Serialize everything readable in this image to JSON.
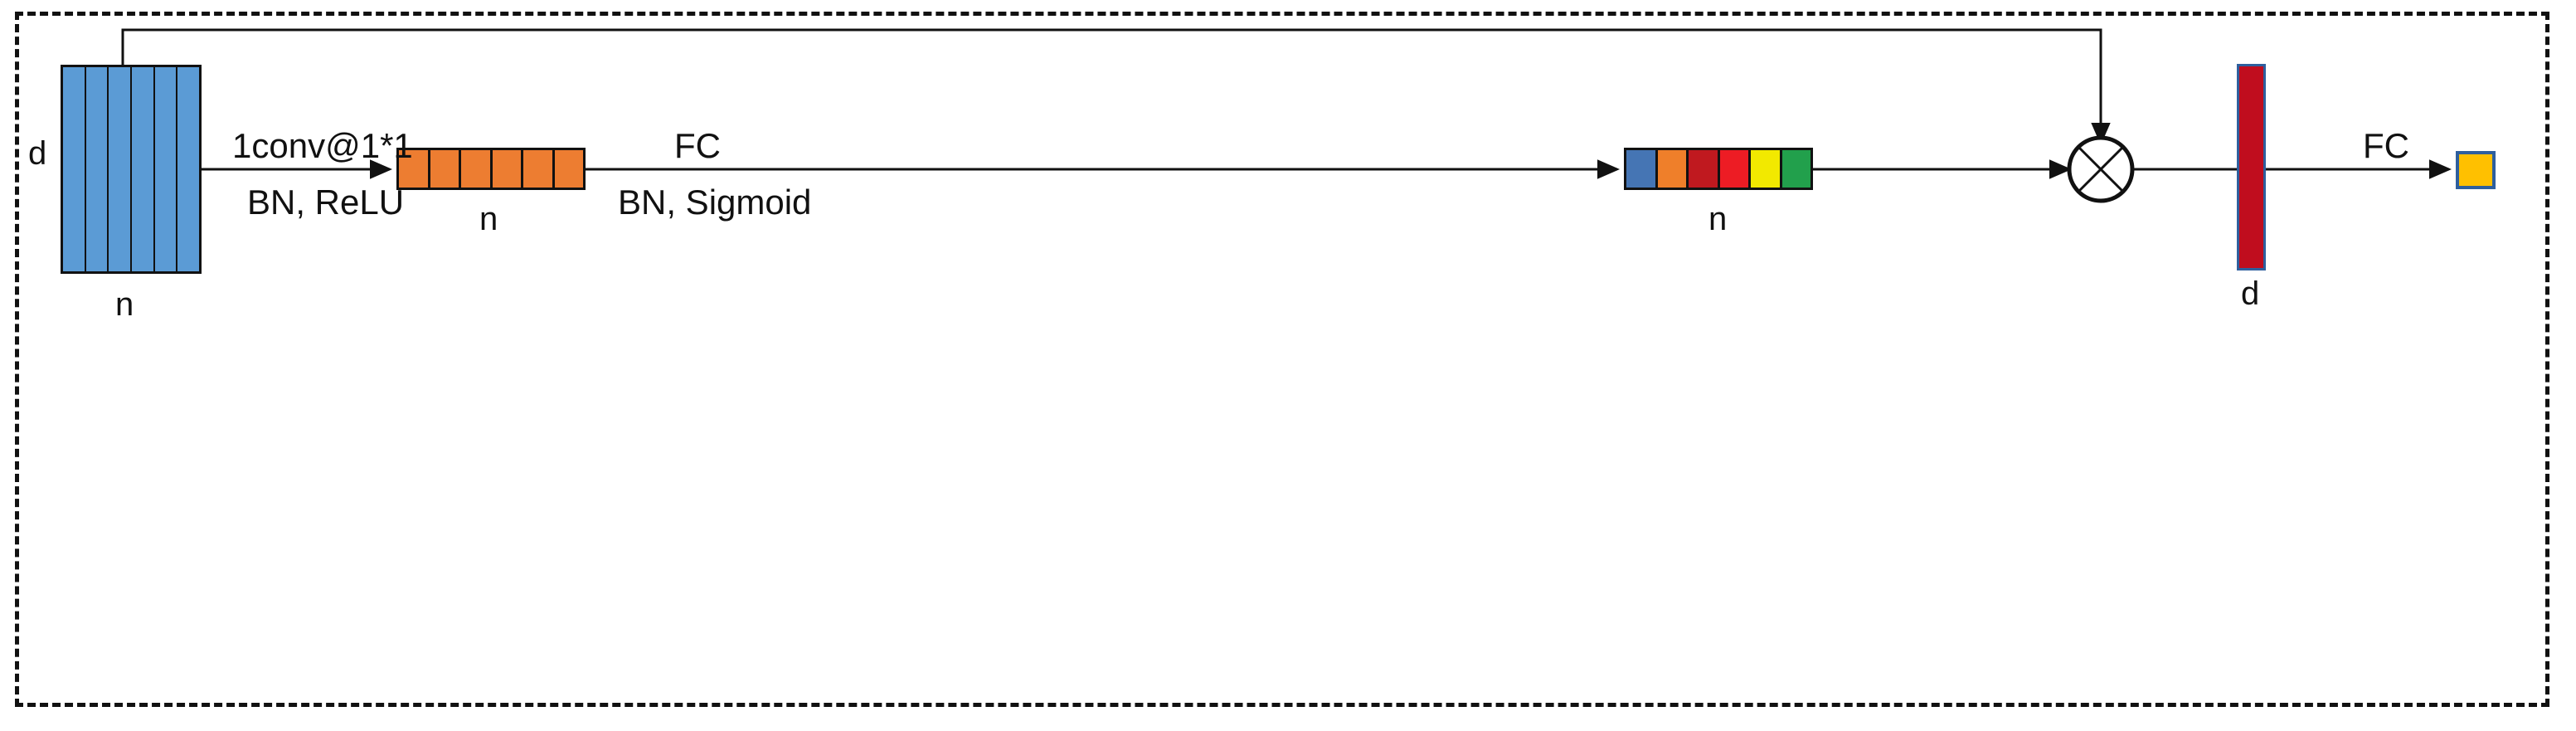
{
  "figure": {
    "type": "neural-network-architecture-diagram",
    "description": "Squeeze-and-excitation style attention block with residual skip connection"
  },
  "frame": {
    "border_style": "dashed",
    "border_color": "#111111"
  },
  "blocks": {
    "input_matrix": {
      "name": "input-feature-matrix",
      "color": "#5b9bd5",
      "border_color": "#111111",
      "cells": 6,
      "row_label": "d",
      "col_label": "n"
    },
    "orange_vector": {
      "name": "conv-output-vector",
      "color": "#ed7d31",
      "border_color": "#111111",
      "cells": 6,
      "label": "n"
    },
    "attention_vector": {
      "name": "attention-weights-vector",
      "border_color": "#111111",
      "label": "n",
      "cells": [
        {
          "index": 0,
          "color": "#4575b4"
        },
        {
          "index": 1,
          "color": "#ef7f2a"
        },
        {
          "index": 2,
          "color": "#c0191f"
        },
        {
          "index": 3,
          "color": "#ed1c24"
        },
        {
          "index": 4,
          "color": "#f2e900"
        },
        {
          "index": 5,
          "color": "#22a04c"
        }
      ]
    },
    "output_column": {
      "name": "weighted-output-column",
      "color": "#c00d1e",
      "border_color": "#2e5f9e",
      "label": "d"
    },
    "final_square": {
      "name": "final-embedding-square",
      "color": "#ffc000",
      "border_color": "#2e5f9e"
    }
  },
  "operators": {
    "multiply": {
      "name": "element-wise-multiply",
      "glyph": "x-in-circle"
    }
  },
  "edges": {
    "conv_top": "1conv@1*1",
    "conv_bottom": "BN, ReLU",
    "fc1_top": "FC",
    "fc1_bottom": "BN, Sigmoid",
    "fc2_top": "FC"
  },
  "dimension_labels": {
    "input_d": "d",
    "input_n": "n",
    "orange_n": "n",
    "attention_n": "n",
    "output_d": "d"
  },
  "colors": {
    "blue": "#5b9bd5",
    "orange": "#ed7d31",
    "red": "#c00d1e",
    "amber": "#ffc000",
    "stroke": "#111111",
    "blue_border": "#2e5f9e"
  }
}
